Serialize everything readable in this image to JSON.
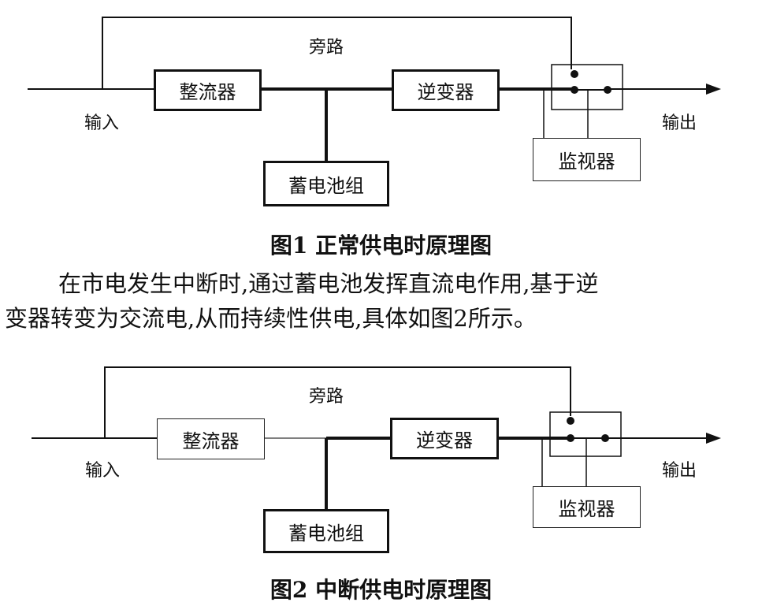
{
  "figure1": {
    "labels": {
      "bypass": "旁路",
      "input": "输入",
      "output": "输出"
    },
    "blocks": {
      "rectifier": "整流器",
      "inverter": "逆变器",
      "battery": "蓄电池组",
      "monitor": "监视器"
    },
    "caption": "图1  正常供电时原理图"
  },
  "paragraph": {
    "line1": "在市电发生中断时,通过蓄电池发挥直流电作用,基于逆",
    "line2": "变器转变为交流电,从而持续性供电,具体如图2所示。"
  },
  "figure2": {
    "labels": {
      "bypass": "旁路",
      "input": "输入",
      "output": "输出"
    },
    "blocks": {
      "rectifier": "整流器",
      "inverter": "逆变器",
      "battery": "蓄电池组",
      "monitor": "监视器"
    },
    "caption": "图2  中断供电时原理图"
  }
}
